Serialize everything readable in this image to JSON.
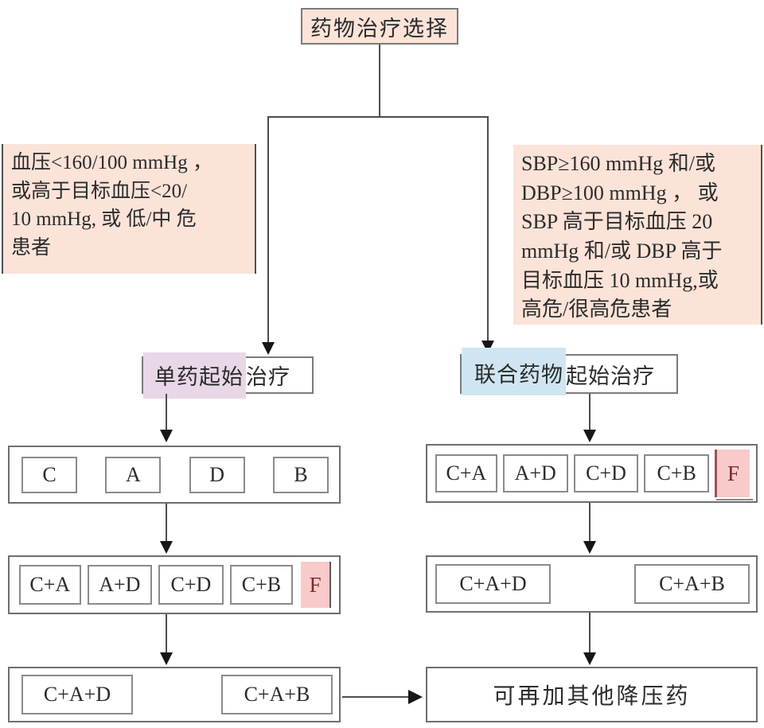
{
  "title_node": {
    "label": "药物治疗选择"
  },
  "condition_left": {
    "lines": [
      "血压<160/100 mmHg ，",
      "或高于目标血压<20/",
      "10 mmHg, 或 低/中 危",
      "患者"
    ]
  },
  "condition_right": {
    "lines": [
      "SBP≥160 mmHg 和/或",
      "DBP≥100 mmHg ， 或",
      "SBP 高于目标血压 20",
      "mmHg 和/或 DBP 高于",
      "目标血压 10 mmHg,或",
      "高危/很高危患者"
    ]
  },
  "mono": {
    "highlight": "单药起始",
    "rest": "治疗",
    "row1": [
      "C",
      "A",
      "D",
      "B"
    ],
    "row2": [
      "C+A",
      "A+D",
      "C+D",
      "C+B"
    ],
    "row2_f": "F",
    "row3": [
      "C+A+D",
      "C+A+B"
    ]
  },
  "combo": {
    "highlight": "联合药物",
    "rest": "起始治疗",
    "row1": [
      "C+A",
      "A+D",
      "C+D",
      "C+B"
    ],
    "row1_f": "F",
    "row2": [
      "C+A+D",
      "C+A+B"
    ]
  },
  "final_node": {
    "label": "可再加其他降压药"
  },
  "colors": {
    "salmon_fill": "#fbe3d8",
    "pink_highlight": "#f8caca",
    "purple_highlight": "#e7d7e7",
    "blue_highlight": "#cfe6f2",
    "box_border": "#6e6e6e",
    "connector": "#4d4d4d",
    "f_text": "#7a2b2b",
    "text": "#2b2b2b"
  }
}
